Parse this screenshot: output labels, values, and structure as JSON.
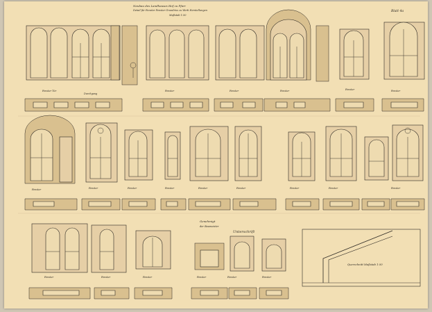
{
  "sheet": {
    "title_lines": [
      "Neubau des Landhauses Hof zu Pfarr",
      "Detail für Fenster Fenster Grundriss zu Werk Herstellungen",
      "Maßstab 1:50"
    ],
    "sheet_number": "Blatt 4a",
    "signature_lines": [
      "Genehmigt",
      "der Baumeister",
      "Unterschrift"
    ],
    "section_label": "Querschnitt Maßstab 1:50"
  },
  "captions": {
    "r1": [
      "Fenster Tür",
      "Durchgang",
      "Fenster",
      "Fenster",
      "Fenster",
      "Fenster",
      "Fenster"
    ],
    "r2": [
      "Fenster",
      "Fenster",
      "Fenster",
      "Fenster",
      "Fenster",
      "Fenster",
      "Fenster",
      "Fenster",
      "Fenster"
    ],
    "r3": [
      "Fenster",
      "Fenster",
      "Fenster",
      "Fenster",
      "Fenster",
      "Fenster"
    ]
  },
  "colors": {
    "paper": "#f2dfb4",
    "ink": "#2b2722",
    "background": "#cfc6b4"
  }
}
